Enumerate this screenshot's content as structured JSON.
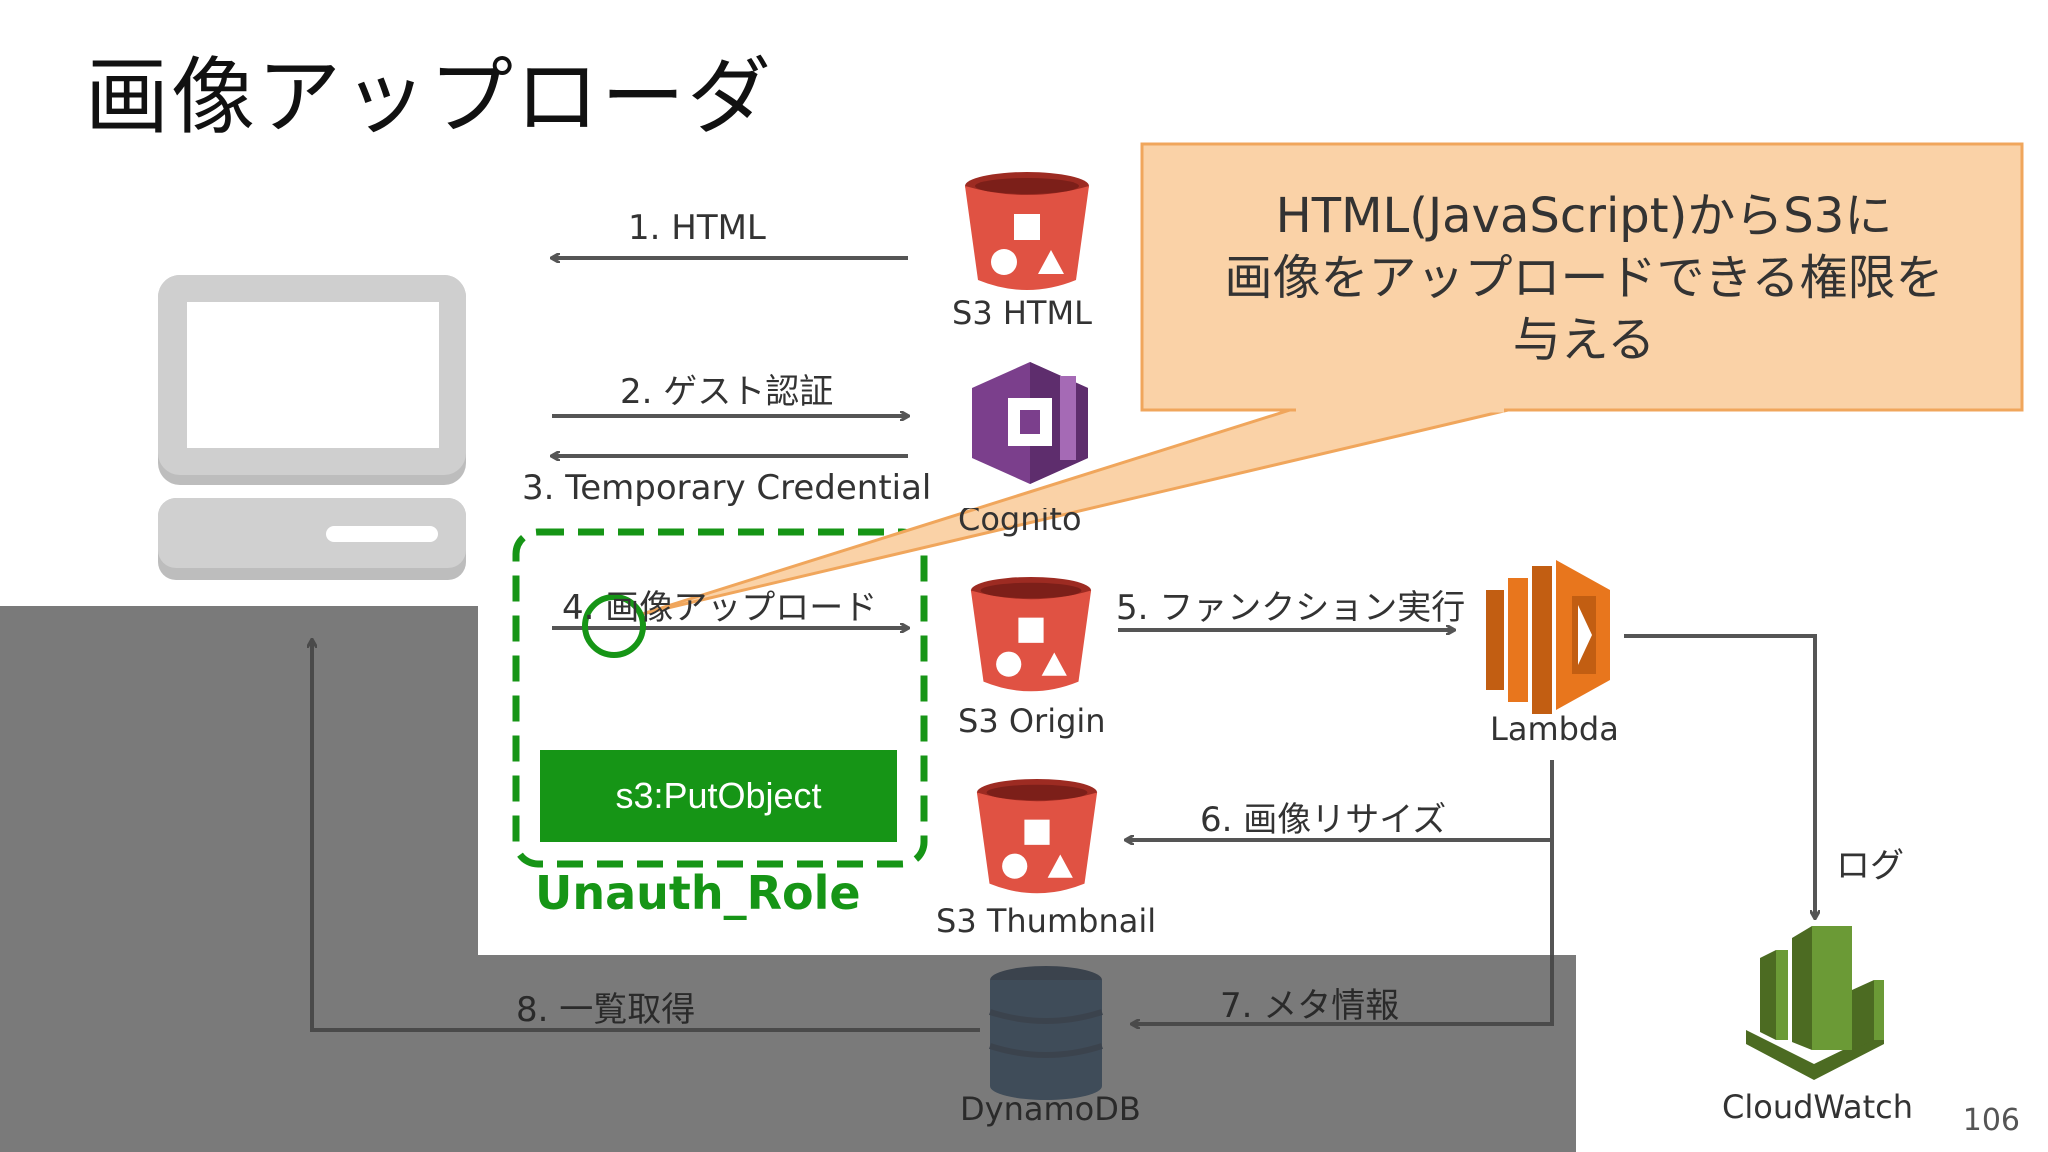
{
  "slide": {
    "title": "画像アップローダ",
    "page_number": "106"
  },
  "callout": {
    "line1": "HTML(JavaScript)からS3に",
    "line2": "画像をアップロードできる権限を",
    "line3": "与える"
  },
  "steps": {
    "s1": "1. HTML",
    "s2": "2. ゲスト認証",
    "s3": "3. Temporary Credential",
    "s4": "4. 画像アップロード",
    "s5": "5. ファンクション実行",
    "s6": "6. 画像リサイズ",
    "s7": "7. メタ情報",
    "s8": "8. 一覧取得",
    "log": "ログ"
  },
  "services": {
    "s3_html": "S3 HTML",
    "cognito": "Cognito",
    "s3_origin": "S3 Origin",
    "lambda": "Lambda",
    "s3_thumbnail": "S3 Thumbnail",
    "dynamodb": "DynamoDB",
    "cloudwatch": "CloudWatch"
  },
  "role": {
    "name": "Unauth_Role",
    "permission": "s3:PutObject"
  },
  "colors": {
    "s3_red": "#e05243",
    "cognito_purple": "#7b3f8c",
    "lambda_orange": "#e8761d",
    "cloudwatch_green": "#6b9a36",
    "role_green": "#169516",
    "callout_fill": "#fad2a7",
    "callout_border": "#f0a65c"
  }
}
